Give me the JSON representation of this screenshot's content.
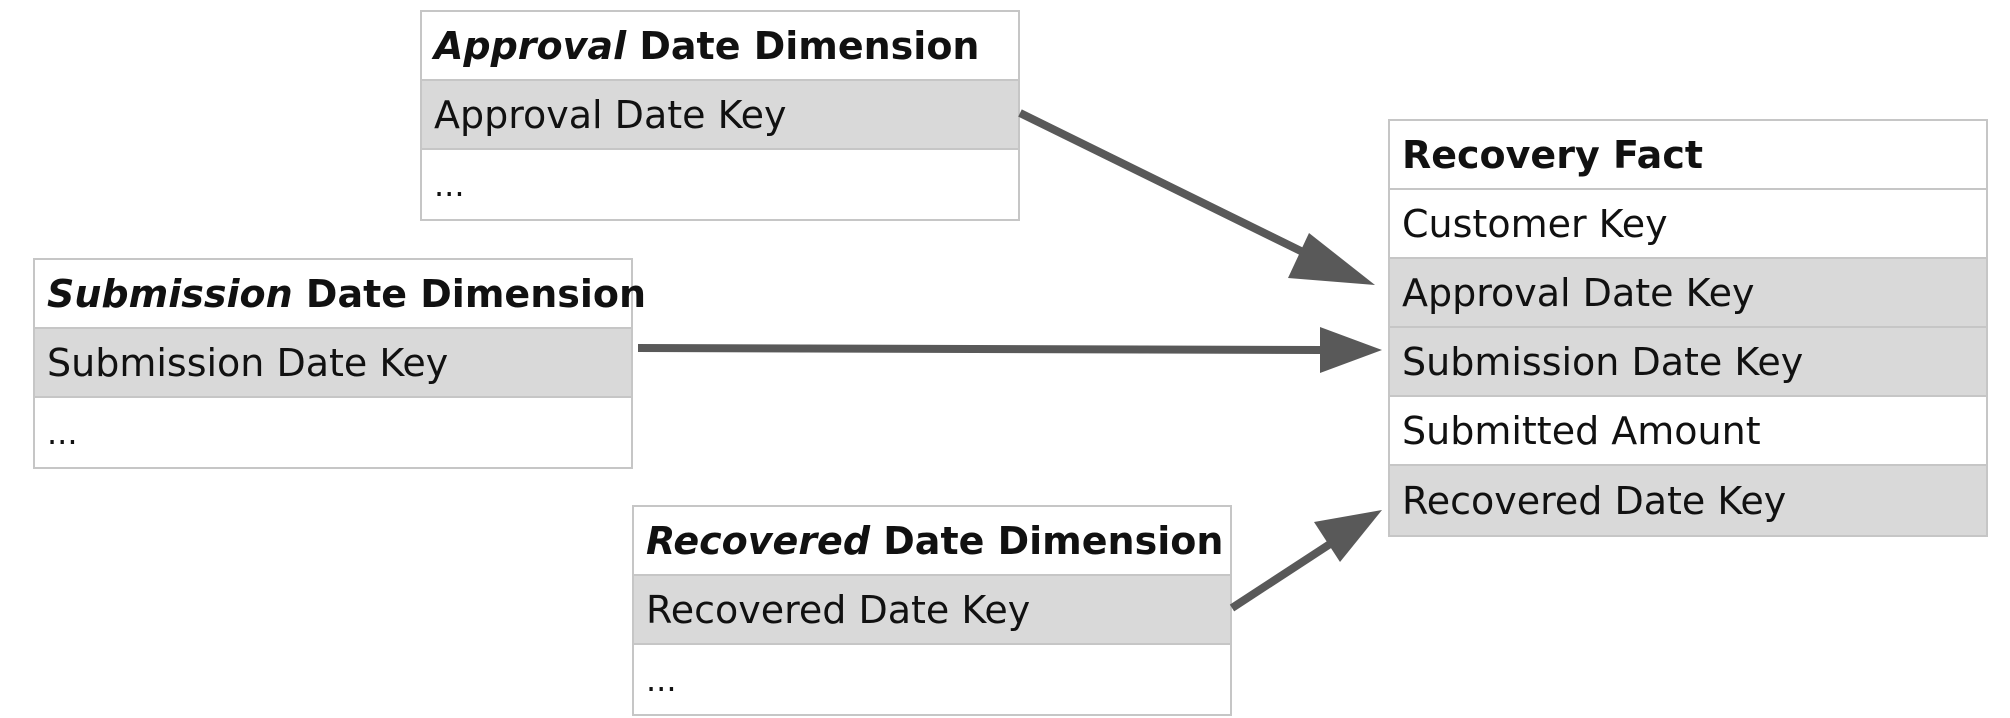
{
  "approval_dim": {
    "title_em": "Approval",
    "title_rest": " Date Dimension",
    "rows": [
      "Approval Date Key",
      "..."
    ]
  },
  "submission_dim": {
    "title_em": "Submission",
    "title_rest": " Date Dimension",
    "rows": [
      "Submission Date Key",
      "..."
    ]
  },
  "recovered_dim": {
    "title_em": "Recovered",
    "title_rest": " Date Dimension",
    "rows": [
      "Recovered Date Key",
      "..."
    ]
  },
  "fact": {
    "title": "Recovery Fact",
    "rows": [
      "Customer Key",
      "Approval Date Key",
      "Submission Date Key",
      "Submitted Amount",
      "Recovered Date Key"
    ]
  },
  "colors": {
    "arrow": "#595959",
    "key_fill": "#d9d9d9",
    "border": "#c6c6c6"
  }
}
